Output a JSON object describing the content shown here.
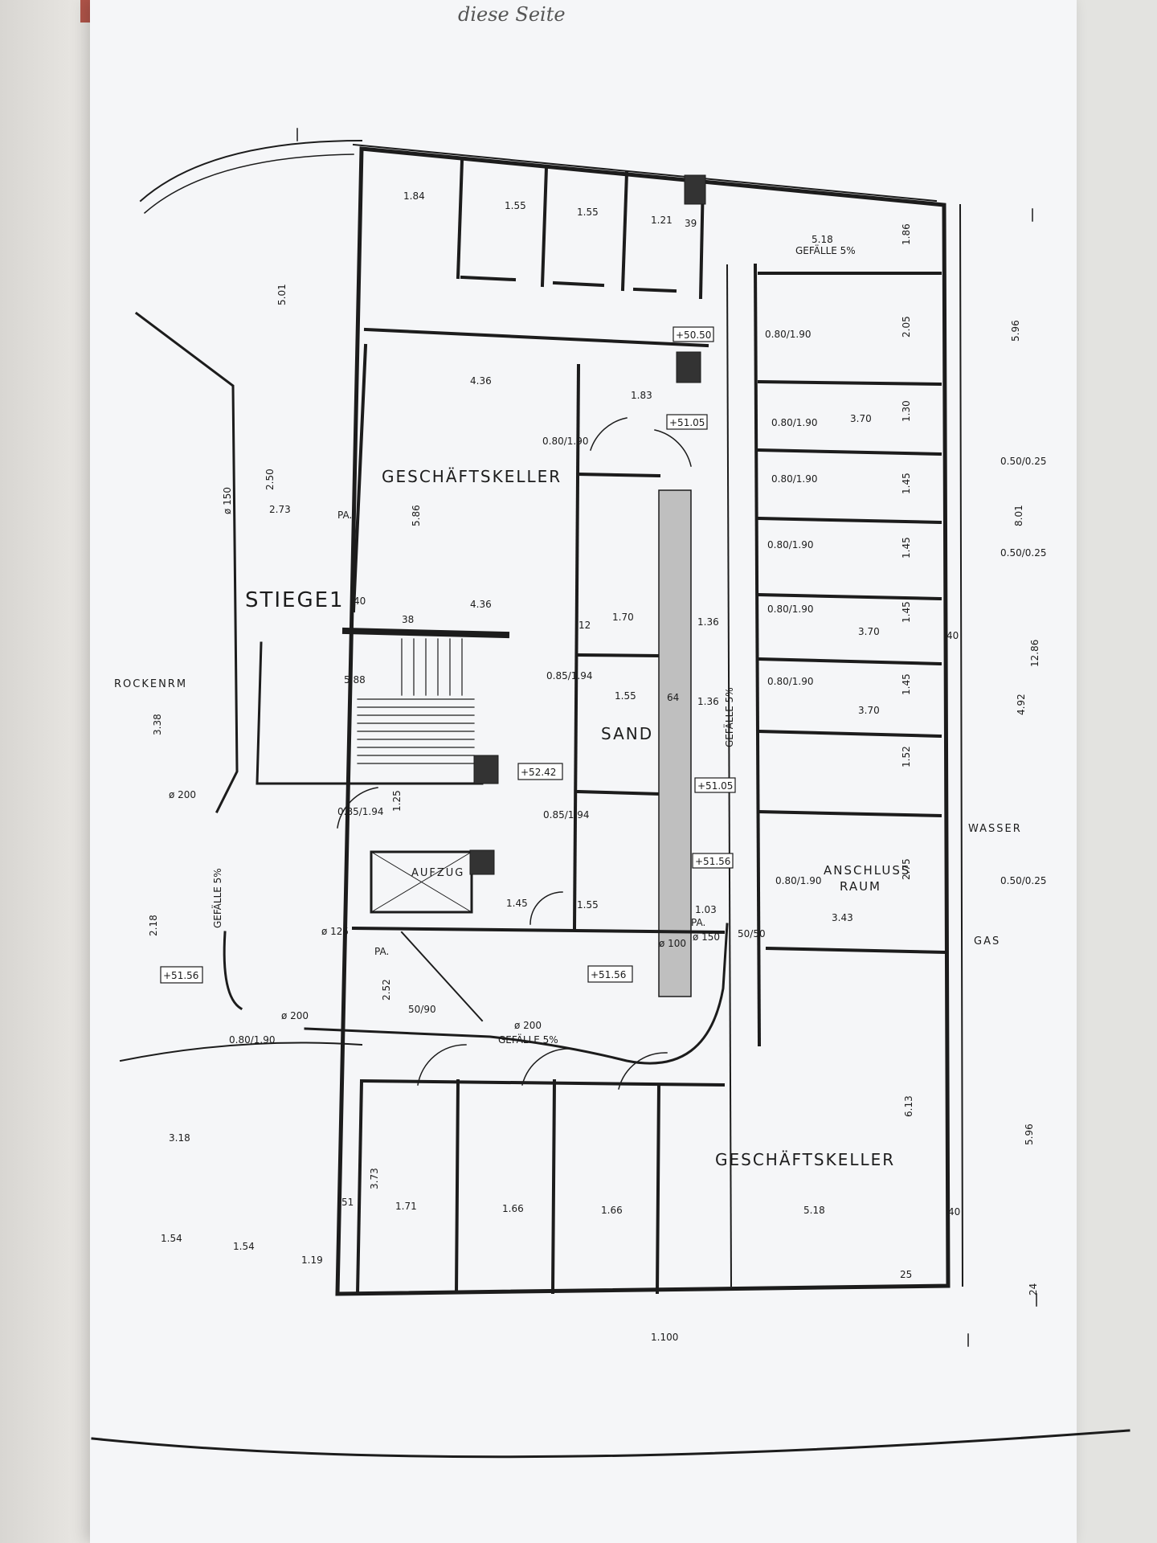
{
  "note": "diese Seite",
  "rooms": {
    "geschaeftskeller_top": "GESCHÄFTSKELLER",
    "geschaeftskeller_bottom": "GESCHÄFTSKELLER",
    "stiege": "STIEGE1",
    "sand": "SAND",
    "aufzug": "AUFZUG",
    "anschluss_1": "ANSCHLUSS",
    "anschluss_2": "RAUM",
    "trockenraum": "ROCKENRM",
    "wasser": "WASSER",
    "gas": "GAS"
  },
  "levels": {
    "l1": "+50.50",
    "l2": "+51.05",
    "l3": "+52.42",
    "l4": "+51.05",
    "l5": "+51.56",
    "l6": "+51.56",
    "l7": "+51.56"
  },
  "slopes": {
    "s1": "GEFÄLLE 5%",
    "s2": "GEFÄLLE 5%",
    "s3": "GEFÄLLE 5%",
    "s4": "GEFÄLLE 5%"
  },
  "dimensions": {
    "d_184": "1.84",
    "d_155a": "1.55",
    "d_155b": "1.55",
    "d_121": "1.21",
    "d_39": "39",
    "d_518a": "5.18",
    "d_436a": "4.36",
    "d_436b": "4.36",
    "d_183": "1.83",
    "d_370a": "3.70",
    "d_370b": "3.70",
    "d_370c": "3.70",
    "d_586": "5.86",
    "d_588": "5.88",
    "d_155c": "1.55",
    "d_170": "1.70",
    "d_136a": "1.36",
    "d_136b": "1.36",
    "d_145": "1.45",
    "d_155d": "1.55",
    "d_103": "1.03",
    "d_343": "3.43",
    "d_171": "1.71",
    "d_166a": "1.66",
    "d_166b": "1.66",
    "d_518b": "5.18",
    "d_318": "3.18",
    "d_154a": "1.54",
    "d_154b": "1.54",
    "d_119": "1.19",
    "d_1000": "1.100",
    "d_501": "5.01",
    "d_250": "2.50",
    "d_273": "2.73",
    "d_596a": "5.96",
    "d_596b": "5.96",
    "d_801": "8.01",
    "d_1286": "12.86",
    "d_492": "4.92",
    "d_613": "6.13",
    "d_275": "2.75",
    "d_205": "2.05",
    "d_186": "1.86",
    "d_130": "1.30",
    "d_145r1": "1.45",
    "d_145r2": "1.45",
    "d_145r3": "1.45",
    "d_145r4": "1.45",
    "d_152": "1.52",
    "d_373": "3.73",
    "d_252": "2.52",
    "d_218": "2.18",
    "d_338": "3.38",
    "d_125": "1.25",
    "d_40a": "40",
    "d_40b": "40",
    "d_40c": "40",
    "d_12": "12",
    "d_24": "24",
    "d_25": "25",
    "d_51": "51",
    "d_38": "38",
    "d_64": "64"
  },
  "doors": {
    "dr1": "0.80/1.90",
    "dr2": "0.80/1.90",
    "dr3": "0.85/1.94",
    "dr4": "0.85/1.94",
    "dr5": "0.85/1.94",
    "dr6": "0.80/1.90",
    "dr7": "0.80/1.90",
    "dr8": "0.80/1.90",
    "dr9": "0.80/1.90",
    "dr10": "0.80/1.90",
    "dr11": "0.80/1.90",
    "dr12": "0.80/1.90"
  },
  "pipes": {
    "p200a": "ø 200",
    "p200b": "ø 200",
    "p200c": "ø 200",
    "p150": "ø 150",
    "p125": "ø 125",
    "p100": "ø 100",
    "p150b": "ø 150"
  },
  "openings": {
    "o1": "0.50/0.25",
    "o2": "0.50/0.25",
    "o3": "0.50/0.25",
    "o4": "50/90",
    "o5": "50/50"
  },
  "marks": {
    "pa1": "PA.",
    "pa2": "PA.",
    "pa3": "PA."
  }
}
